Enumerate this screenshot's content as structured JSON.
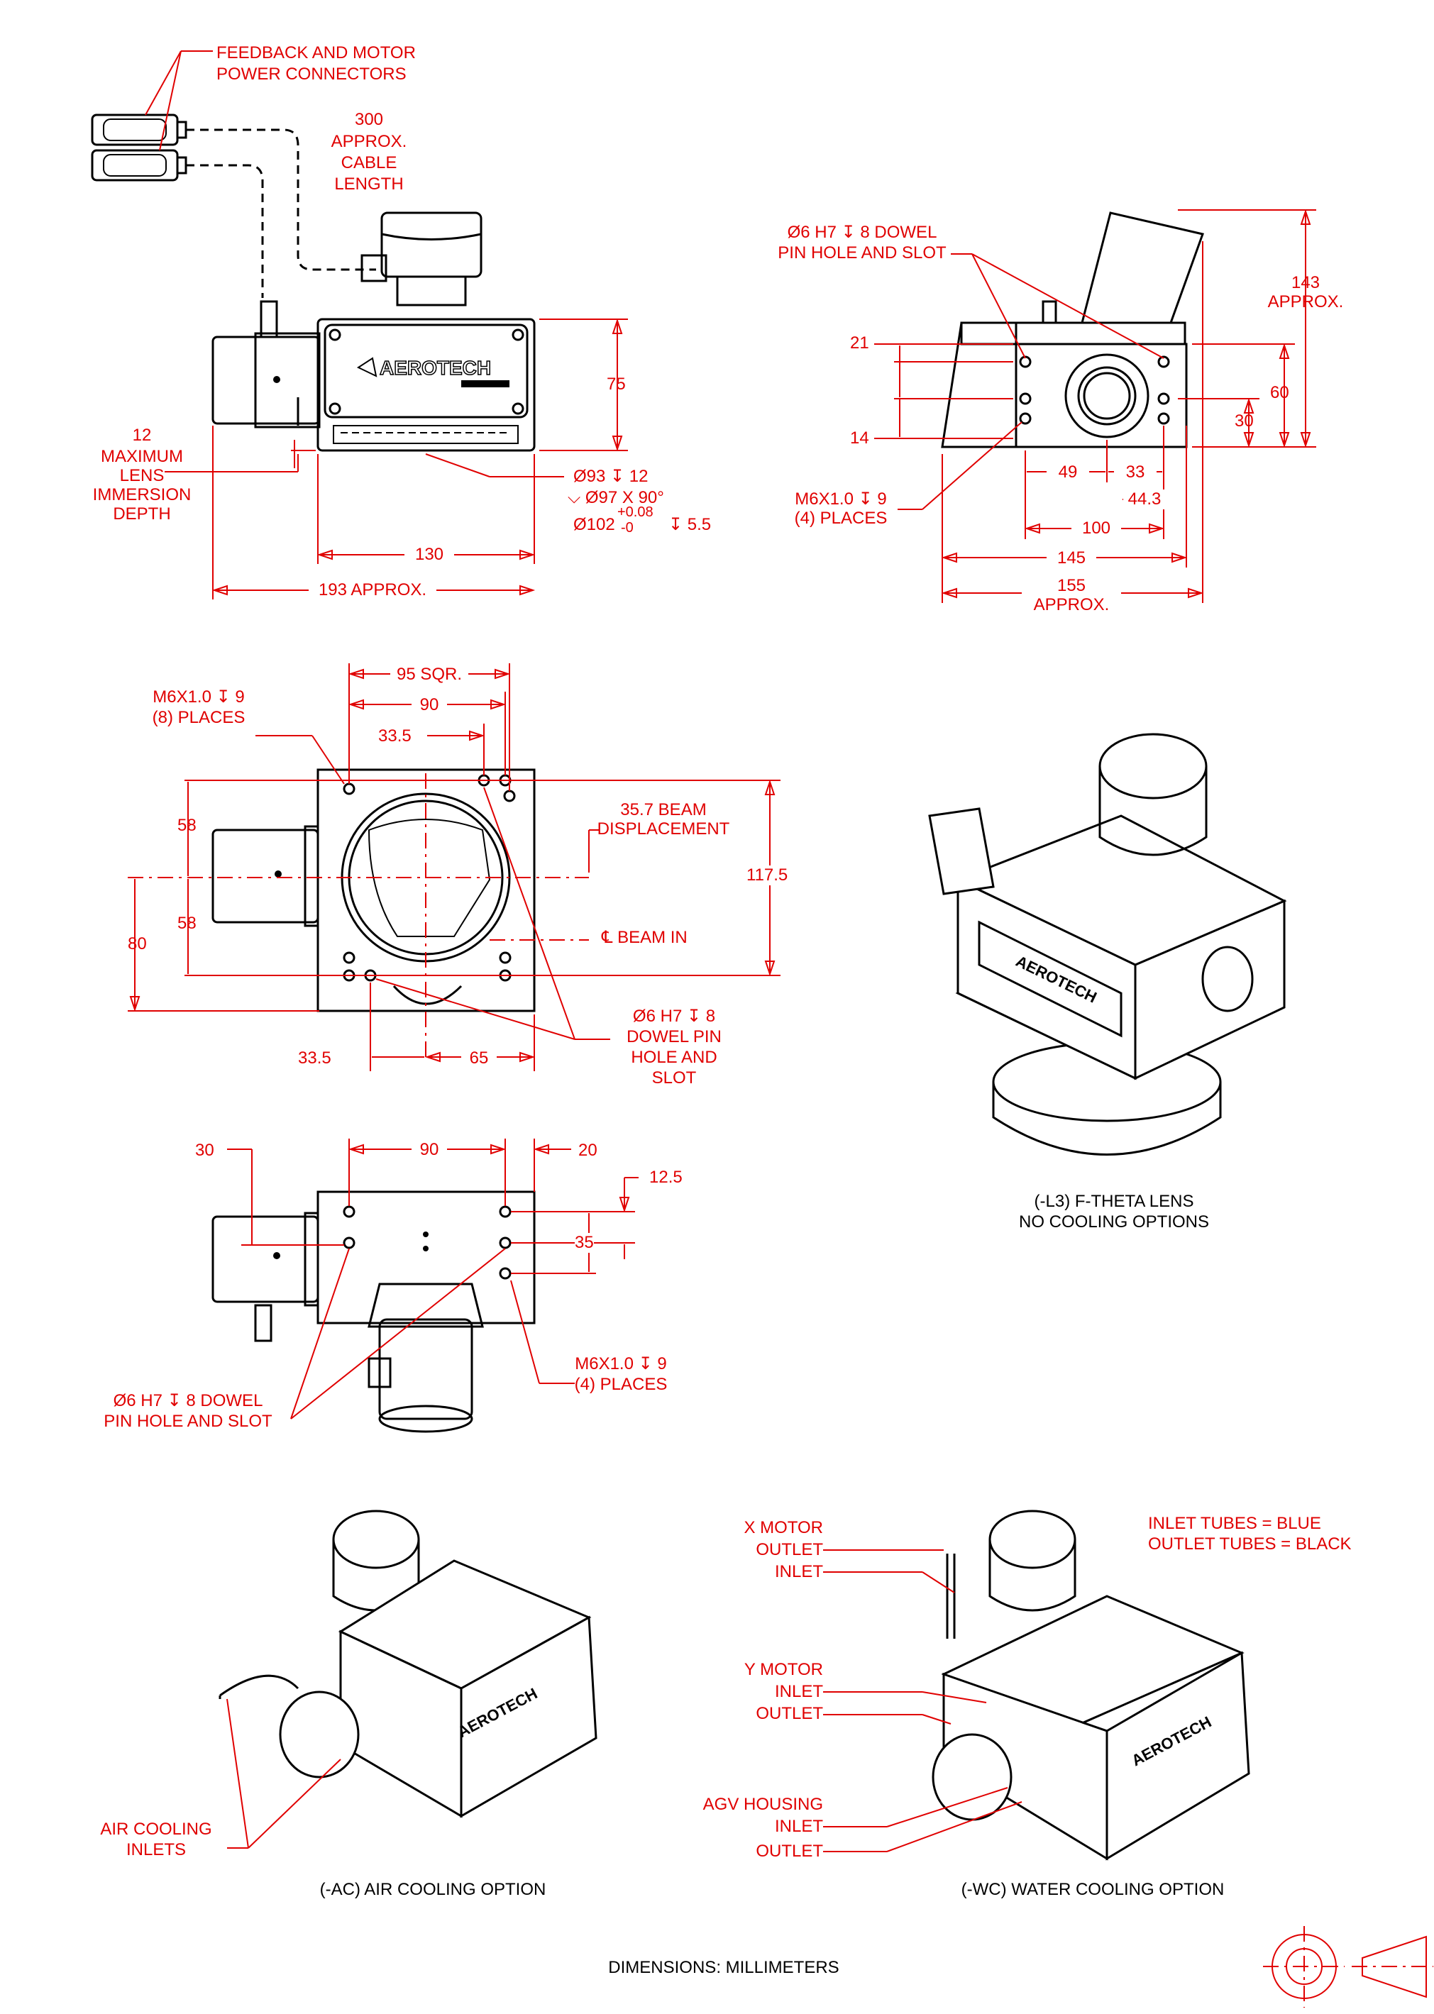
{
  "labels": {
    "connectors": "FEEDBACK AND MOTOR POWER CONNECTORS",
    "cable_value": "300",
    "cable_text": "APPROX. CABLE LENGTH",
    "immersion_value": "12",
    "immersion_text": "MAXIMUM LENS IMMERSION DEPTH",
    "dim_75": "75",
    "dim_130": "130",
    "dim_193": "193 APPROX.",
    "bore_1": "Ø93 ↧ 12",
    "bore_2": "⌵ Ø97 X 90°",
    "bore_3a": "Ø102",
    "bore_3_tol_plus": "+0.08",
    "bore_3_tol_minus": "-0",
    "bore_3b": "↧ 5.5",
    "dowel_a": "Ø6 H7 ↧ 8 DOWEL PIN HOLE AND SLOT",
    "dim_143": "143 APPROX.",
    "dim_21": "21",
    "dim_14": "14",
    "dim_60": "60",
    "dim_30": "30",
    "dim_49": "49",
    "dim_33": "33",
    "dim_44_3": "44.3",
    "tap_a": "M6X1.0 ↧ 9 (4) PLACES",
    "dim_100": "100",
    "dim_145": "145",
    "dim_155": "155 APPROX.",
    "tap_b": "M6X1.0 ↧ 9 (8) PLACES",
    "dim_95sqr": "95 SQR.",
    "dim_90a": "90",
    "dim_33_5a": "33.5",
    "dim_58a": "58",
    "dim_58b": "58",
    "dim_80": "80",
    "beam_disp": "35.7 BEAM DISPLACEMENT",
    "dim_117_5": "117.5",
    "beam_in": "℄ BEAM IN",
    "dowel_b": "Ø6 H7 ↧ 8 DOWEL PIN HOLE AND SLOT",
    "dim_33_5b": "33.5",
    "dim_65": "65",
    "dim_30b": "30",
    "dim_90b": "90",
    "dim_20": "20",
    "dim_12_5": "12.5",
    "dim_35": "35",
    "dowel_c": "Ø6 H7 ↧ 8 DOWEL PIN HOLE AND SLOT",
    "tap_c": "M6X1.0 ↧ 9 (4) PLACES",
    "x_motor": "X MOTOR",
    "outlet_1": "OUTLET",
    "inlet_1": "INLET",
    "y_motor": "Y MOTOR",
    "inlet_2": "INLET",
    "outlet_2": "OUTLET",
    "agv": "AGV HOUSING",
    "inlet_3": "INLET",
    "outlet_3": "OUTLET",
    "tube_colors_1": "INLET TUBES = BLUE",
    "tube_colors_2": "OUTLET TUBES = BLACK",
    "air_inlets": "AIR COOLING INLETS"
  },
  "captions": {
    "l3_1": "(-L3) F-THETA LENS",
    "l3_2": "NO COOLING OPTIONS",
    "ac": "(-AC) AIR COOLING OPTION",
    "wc": "(-WC) WATER COOLING OPTION",
    "dimensions": "DIMENSIONS:  MILLIMETERS"
  },
  "logo": {
    "brand": "AEROTECH"
  },
  "colors": {
    "dimension": "#e00000",
    "line": "#000000",
    "background": "#ffffff"
  }
}
